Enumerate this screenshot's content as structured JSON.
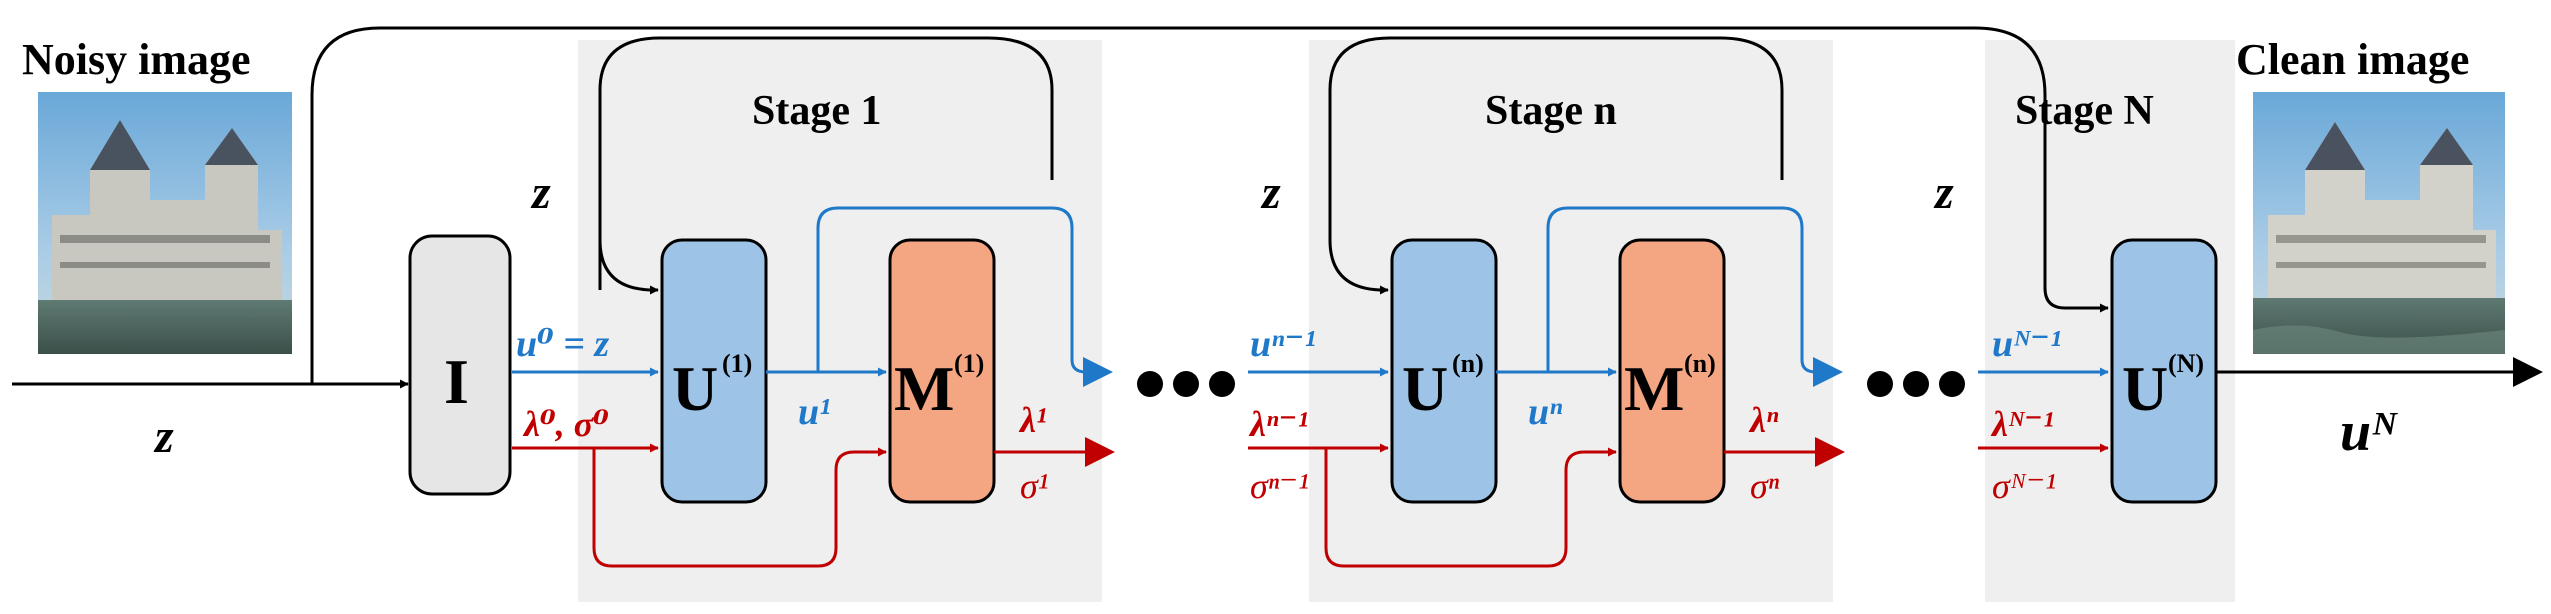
{
  "titles": {
    "noisy": "Noisy image",
    "clean": "Clean image"
  },
  "stages": {
    "stage1": "Stage 1",
    "stagen": "Stage n",
    "stageN": "Stage N"
  },
  "z": "z",
  "operators": {
    "init": "I",
    "u_main": "U",
    "m_main": "M",
    "sup_1": "(1)",
    "sup_n": "(n)",
    "sup_N": "(N)"
  },
  "labels": {
    "u0_eq_z": "u⁰ = z",
    "lambda0_sigma0": "λ⁰, σ⁰",
    "u1": "u¹",
    "lambda1": "λ¹",
    "sigma1": "σ¹",
    "u_n_minus_1": "uⁿ⁻¹",
    "lambda_n_minus_1": "λⁿ⁻¹",
    "sigma_n_minus_1": "σⁿ⁻¹",
    "u_n": "uⁿ",
    "lambda_n": "λⁿ",
    "sigma_n": "σⁿ",
    "u_N_minus_1": "uᴺ⁻¹",
    "lambda_N_minus_1": "λᴺ⁻¹",
    "sigma_N_minus_1": "σᴺ⁻¹",
    "u_N": "uᴺ"
  },
  "colors": {
    "blue_flow": "#1f78c8",
    "red_flow": "#c00000",
    "u_box": "#9dc3e6",
    "m_box": "#f4a582",
    "i_box": "#e6e6e6",
    "stage_bg": "#efefef"
  }
}
